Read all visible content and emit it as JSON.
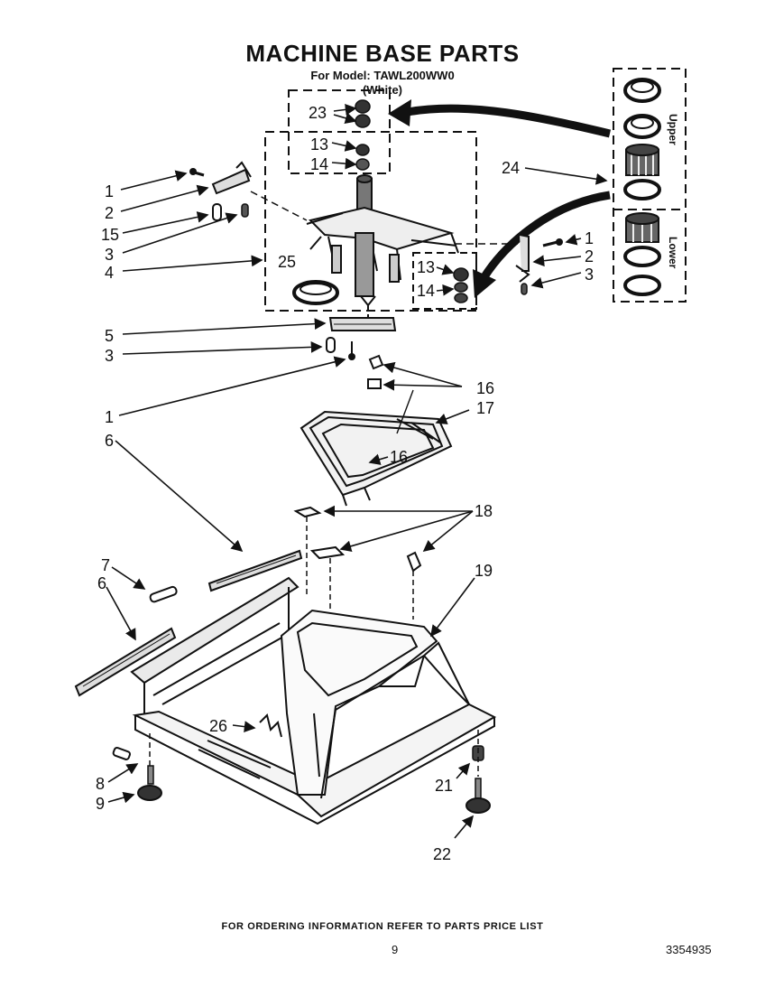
{
  "header": {
    "title": "MACHINE BASE PARTS",
    "model_line": "For Model: TAWL200WW0",
    "color_line": "(White)"
  },
  "inset_labels": {
    "upper": "Upper",
    "lower": "Lower"
  },
  "callouts": {
    "c1a": "1",
    "c2a": "2",
    "c15": "15",
    "c3a": "3",
    "c4": "4",
    "c23": "23",
    "c13a": "13",
    "c14a": "14",
    "c24": "24",
    "c1b": "1",
    "c2b": "2",
    "c3b": "3",
    "c25": "25",
    "c13b": "13",
    "c14b": "14",
    "c5": "5",
    "c3c": "3",
    "c1c": "1",
    "c16a": "16",
    "c17": "17",
    "c16b": "16",
    "c6a": "6",
    "c18": "18",
    "c7": "7",
    "c6b": "6",
    "c19": "19",
    "c26": "26",
    "c8": "8",
    "c9": "9",
    "c21": "21",
    "c22": "22"
  },
  "footer": {
    "ordering_note": "FOR ORDERING INFORMATION REFER TO PARTS PRICE LIST",
    "page_number": "9",
    "document_number": "3354935"
  }
}
